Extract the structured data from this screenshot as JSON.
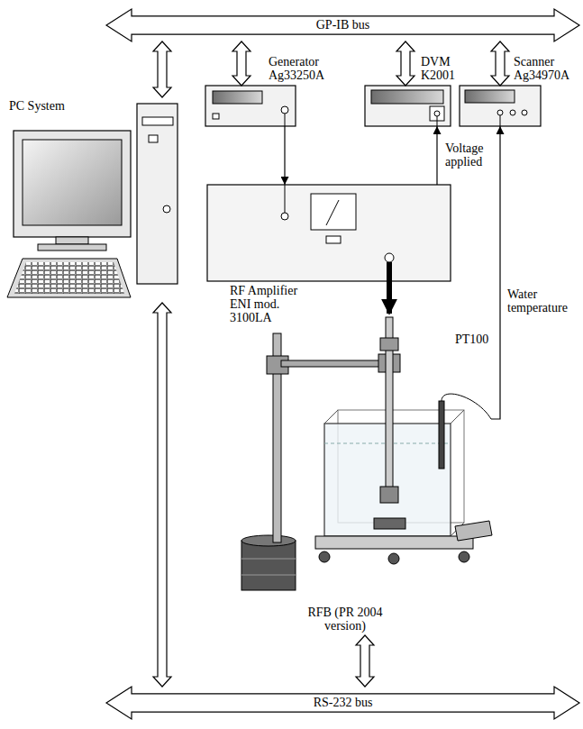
{
  "diagram": {
    "nodes": [
      {
        "text": [
          "GP-IB bus"
        ]
      },
      {
        "text": [
          "PC System"
        ]
      },
      {
        "text": [
          "Generator Ag33250A"
        ]
      },
      {
        "text": [
          "DVM K2001"
        ]
      },
      {
        "text": [
          "Scanner Ag34970A"
        ]
      },
      {
        "text": [
          "RF Amplifier ENI mod. 3100LA"
        ]
      },
      {
        "text": [
          "RFB (PR 2004 version)"
        ]
      },
      {
        "text": [
          "RS-232 bus"
        ]
      }
    ],
    "edges": [
      {
        "from": 1,
        "to": 0,
        "arrow": "both"
      },
      {
        "from": 2,
        "to": 0,
        "arrow": "both"
      },
      {
        "from": 3,
        "to": 0,
        "arrow": "both"
      },
      {
        "from": 4,
        "to": 0,
        "arrow": "both"
      },
      {
        "from": 2,
        "to": 5,
        "arrow": "to"
      },
      {
        "from": 5,
        "to": 3,
        "label": "Voltage applied",
        "arrow": "to"
      },
      {
        "from": 5,
        "to": 6,
        "arrow": "to"
      },
      {
        "from": 6,
        "to": 4,
        "label": "Water temperature",
        "arrow": "to"
      },
      {
        "from": 1,
        "to": 7,
        "arrow": "both"
      },
      {
        "from": 6,
        "to": 7,
        "arrow": "both"
      }
    ],
    "labels": [
      "PT100"
    ]
  }
}
